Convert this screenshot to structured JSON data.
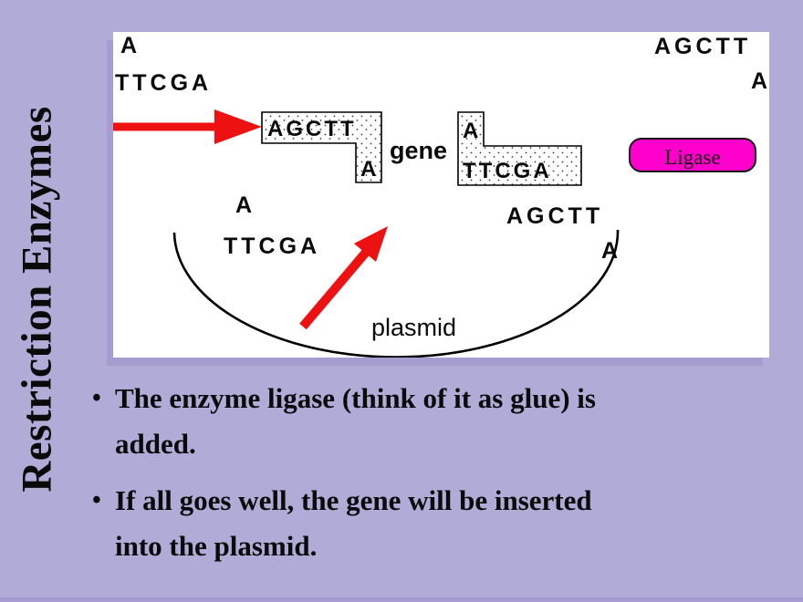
{
  "slide": {
    "title": "Restriction Enzymes",
    "bullet_char": "•",
    "bullets": [
      {
        "line1": "The enzyme ligase (think of it as glue) is",
        "line2": "added."
      },
      {
        "line1": "If all goes well, the gene will be inserted",
        "line2": "into the plasmid."
      }
    ]
  },
  "diagram": {
    "top_left_strand": {
      "overhang": "A",
      "sequence": "TTCGA"
    },
    "gene_fragment_left": {
      "top_sequence": "AGCTT",
      "overhang": "A"
    },
    "gene_label": "gene",
    "gene_fragment_right": {
      "overhang": "A",
      "bottom_sequence": "TTCGA"
    },
    "top_right_strand": {
      "sequence": "AGCTT",
      "overhang": "A"
    },
    "ligase_button": {
      "label": "Ligase",
      "fill": "#ff00cc",
      "text_color": "#ffffff"
    },
    "plasmid": {
      "left_overhang": "A",
      "left_sequence": "TTCGA",
      "right_sequence": "AGCTT",
      "right_overhang": "A",
      "label": "plasmid"
    },
    "colors": {
      "arrow_red": "#ee1111",
      "background": "#b1abd8",
      "panel": "#ffffff"
    }
  }
}
